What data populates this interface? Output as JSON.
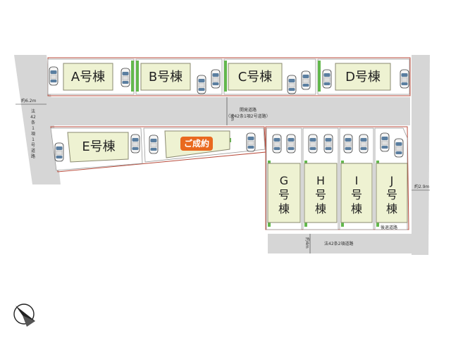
{
  "houses": {
    "a": "A号棟",
    "b": "B号棟",
    "c": "C号棟",
    "d": "D号棟",
    "e": "E号棟",
    "g": [
      "G",
      "号",
      "棟"
    ],
    "h": [
      "H",
      "号",
      "棟"
    ],
    "i": [
      "I",
      "号",
      "棟"
    ],
    "j": [
      "J",
      "号",
      "棟"
    ]
  },
  "sold_badge": "ご成約",
  "roads": {
    "west_width": "約6.2m",
    "west_name": [
      "法",
      "42",
      "条",
      "1",
      "項",
      "1",
      "号",
      "道",
      "路"
    ],
    "dev_road_name": "開発道路",
    "dev_road_law": "（法42条1項2号道路）",
    "dev_road_width": "6m",
    "east_width": "約2.9m",
    "back_road": "後退道路",
    "south_road": "法42条2項道路",
    "south_width": "約4m"
  },
  "colors": {
    "road": "#d6d6d6",
    "green": "#63b84d",
    "house": "#eef2d2",
    "sold": "#e9691f",
    "lot_border": "#b84a3a"
  },
  "compass": "north-arrow-icon"
}
